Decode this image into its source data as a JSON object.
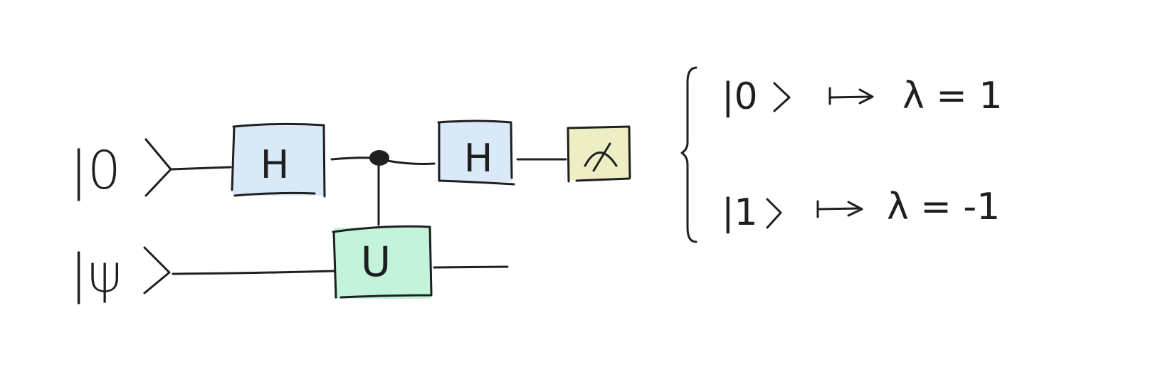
{
  "inputs": {
    "top": "|0",
    "bottom": "|ψ"
  },
  "gates": {
    "h1": "H",
    "h2": "H",
    "u": "U",
    "meter_icon": "measurement-meter-icon"
  },
  "outcomes": [
    {
      "state": "|0",
      "result": "λ = 1"
    },
    {
      "state": "|1",
      "result": "λ = -1"
    }
  ],
  "colors": {
    "hadamard_fill": "#d9e9f8",
    "unitary_fill": "#c4f3dc",
    "measure_fill": "#eeeec4",
    "ink": "#1f1f1f"
  }
}
